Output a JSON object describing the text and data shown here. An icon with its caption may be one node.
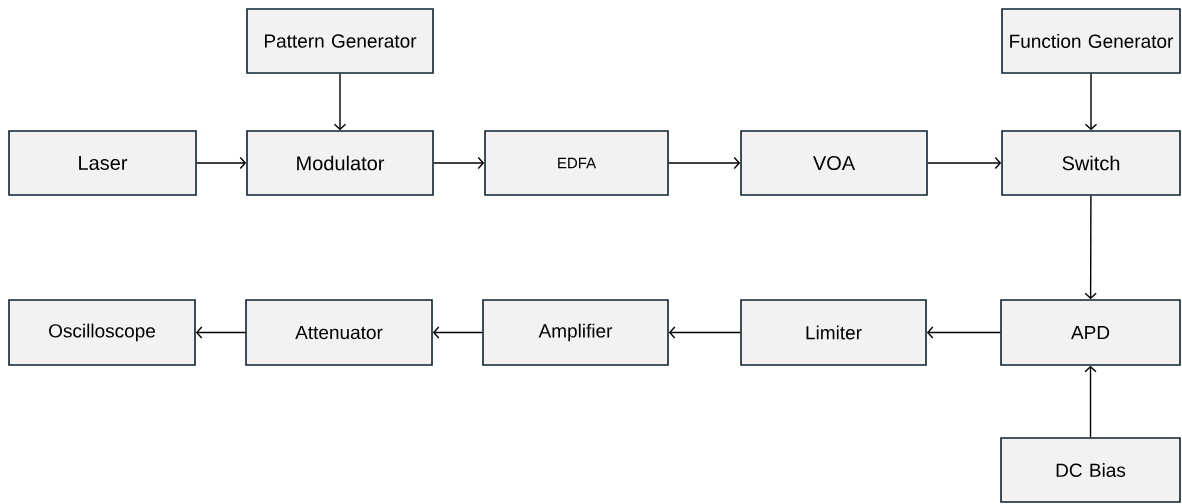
{
  "diagram": {
    "nodes": [
      {
        "text": [
          "Pattern Generator"
        ]
      },
      {
        "text": [
          "Function Generator"
        ]
      },
      {
        "text": [
          "Laser"
        ]
      },
      {
        "text": [
          "Modulator"
        ]
      },
      {
        "text": [
          "EDFA"
        ]
      },
      {
        "text": [
          "VOA"
        ]
      },
      {
        "text": [
          "Switch"
        ]
      },
      {
        "text": [
          "Oscilloscope"
        ]
      },
      {
        "text": [
          "Attenuator"
        ]
      },
      {
        "text": [
          "Amplifier"
        ]
      },
      {
        "text": [
          "Limiter"
        ]
      },
      {
        "text": [
          "APD"
        ]
      },
      {
        "text": [
          "DC Bias"
        ]
      }
    ],
    "edges": [
      {
        "from": 0,
        "to": 3,
        "arrow": "to"
      },
      {
        "from": 1,
        "to": 6,
        "arrow": "to"
      },
      {
        "from": 2,
        "to": 3,
        "arrow": "to"
      },
      {
        "from": 3,
        "to": 4,
        "arrow": "to"
      },
      {
        "from": 4,
        "to": 5,
        "arrow": "to"
      },
      {
        "from": 5,
        "to": 6,
        "arrow": "to"
      },
      {
        "from": 6,
        "to": 11,
        "arrow": "to"
      },
      {
        "from": 11,
        "to": 10,
        "arrow": "to"
      },
      {
        "from": 10,
        "to": 9,
        "arrow": "to"
      },
      {
        "from": 9,
        "to": 8,
        "arrow": "to"
      },
      {
        "from": 8,
        "to": 7,
        "arrow": "to"
      },
      {
        "from": 12,
        "to": 11,
        "arrow": "to"
      }
    ]
  }
}
